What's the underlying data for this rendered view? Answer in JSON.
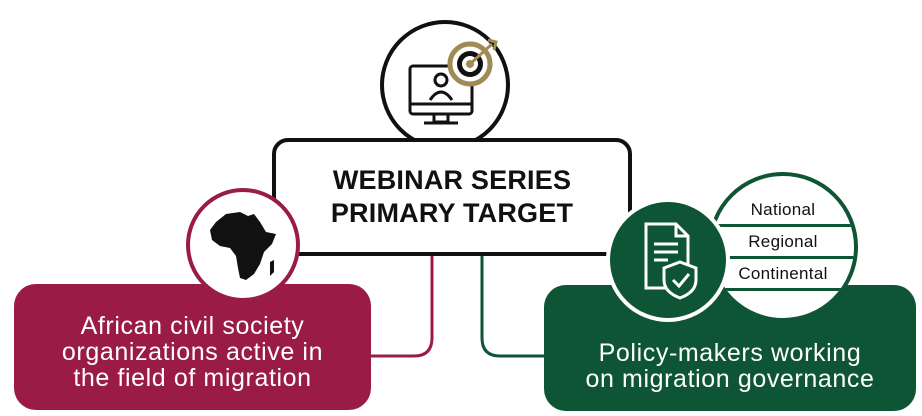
{
  "center": {
    "title_lines": [
      "WEBINAR SERIES",
      "PRIMARY TARGET"
    ]
  },
  "left": {
    "text_lines": [
      "African civil society",
      "organizations active in",
      "the field of migration"
    ]
  },
  "right": {
    "text_lines": [
      "Policy-makers working",
      "on migration governance"
    ],
    "levels": [
      "National",
      "Regional",
      "Continental"
    ]
  },
  "icons": {
    "top": "computer-target-icon",
    "left": "africa-map-icon",
    "right": "document-shield-icon"
  },
  "colors": {
    "crimson": "#9a1c46",
    "green": "#0e5535",
    "gold": "#a08a55",
    "dark": "#111111"
  }
}
